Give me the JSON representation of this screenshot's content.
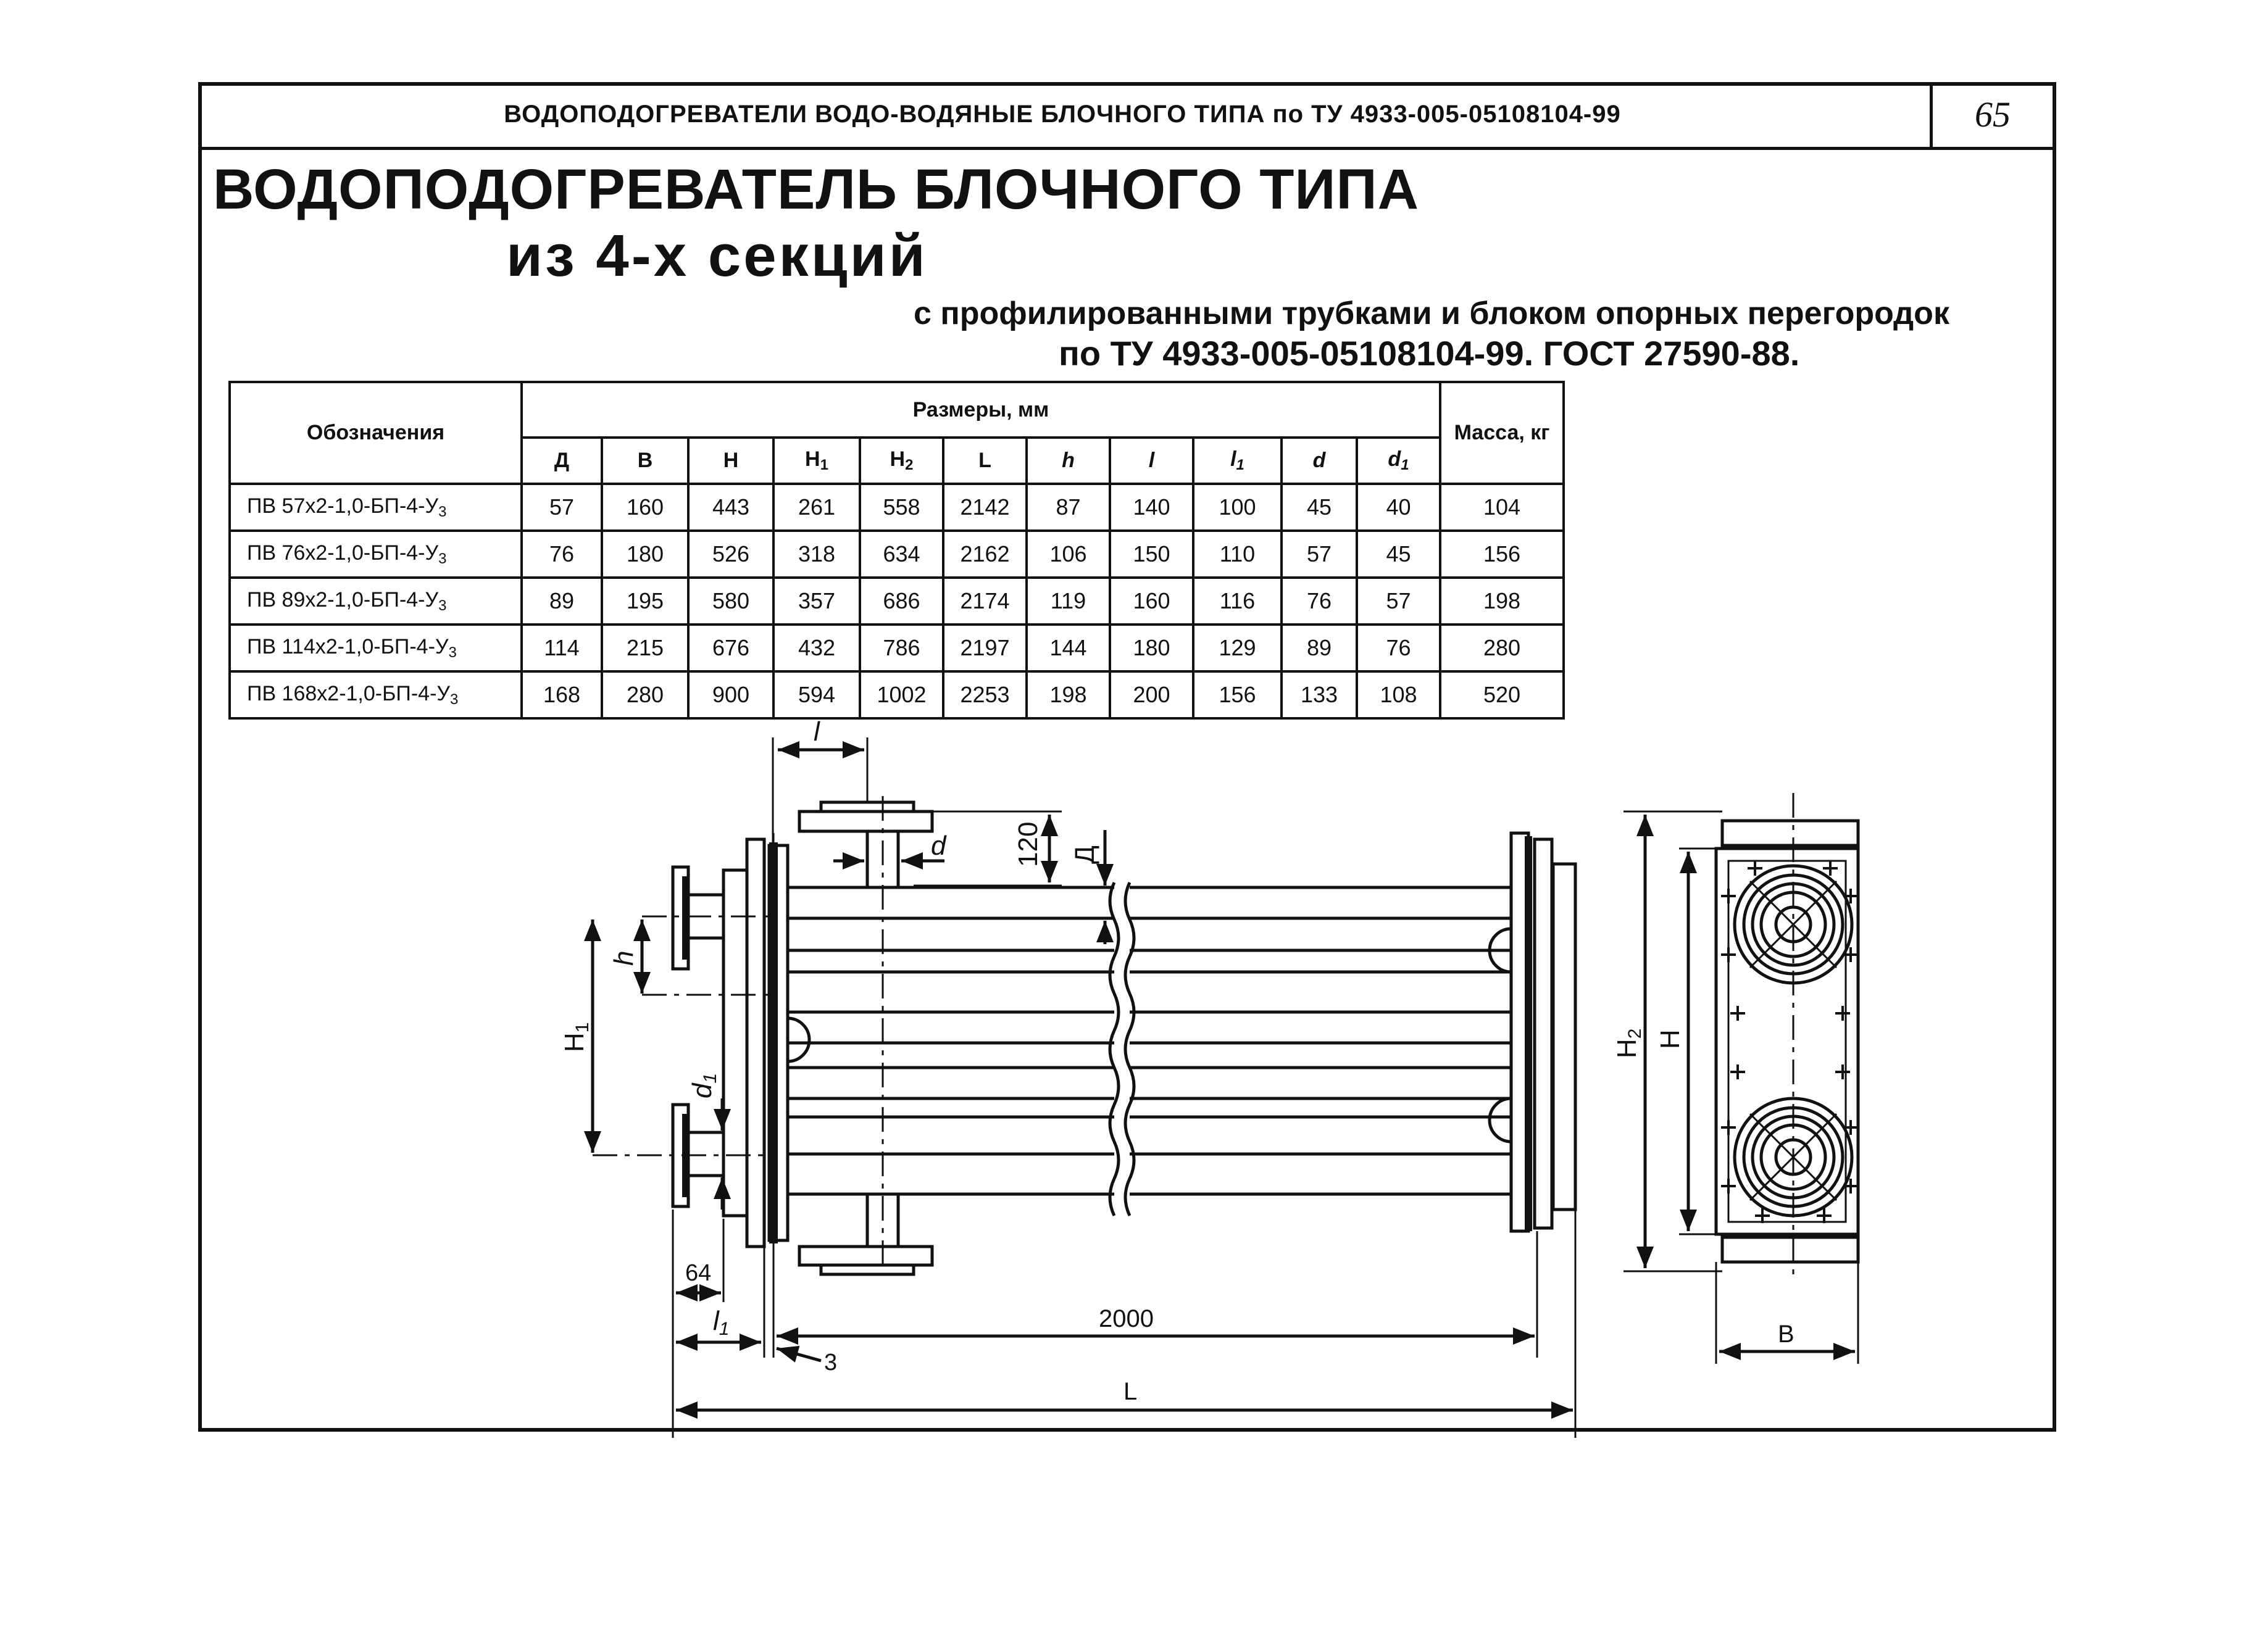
{
  "header": {
    "title": "ВОДОПОДОГРЕВАТЕЛИ ВОДО-ВОДЯНЫЕ БЛОЧНОГО ТИПА по ТУ 4933-005-05108104-99",
    "page_number": "65"
  },
  "heading": {
    "line1": "ВОДОПОДОГРЕВАТЕЛЬ БЛОЧНОГО ТИПА",
    "line2": "из 4-х секций",
    "line3": "с профилированными трубками и блоком опорных перегородок",
    "line4": "по ТУ 4933-005-05108104-99. ГОСТ 27590-88."
  },
  "table": {
    "col_name": "Обозначения",
    "group": "Размеры, мм",
    "mass": "Масса, кг",
    "columns": [
      {
        "main": "Д",
        "sub": ""
      },
      {
        "main": "В",
        "sub": ""
      },
      {
        "main": "Н",
        "sub": ""
      },
      {
        "main": "Н",
        "sub": "1"
      },
      {
        "main": "Н",
        "sub": "2"
      },
      {
        "main": "L",
        "sub": ""
      },
      {
        "main": "h",
        "sub": ""
      },
      {
        "main": "l",
        "sub": ""
      },
      {
        "main": "l",
        "sub": "1"
      },
      {
        "main": "d",
        "sub": ""
      },
      {
        "main": "d",
        "sub": "1"
      }
    ],
    "rows": [
      {
        "name": "ПВ 57х2-1,0-БП-4-У",
        "name_sub": "3",
        "values": [
          "57",
          "160",
          "443",
          "261",
          "558",
          "2142",
          "87",
          "140",
          "100",
          "45",
          "40"
        ],
        "mass": "104"
      },
      {
        "name": "ПВ 76х2-1,0-БП-4-У",
        "name_sub": "3",
        "values": [
          "76",
          "180",
          "526",
          "318",
          "634",
          "2162",
          "106",
          "150",
          "110",
          "57",
          "45"
        ],
        "mass": "156"
      },
      {
        "name": "ПВ 89х2-1,0-БП-4-У",
        "name_sub": "3",
        "values": [
          "89",
          "195",
          "580",
          "357",
          "686",
          "2174",
          "119",
          "160",
          "116",
          "76",
          "57"
        ],
        "mass": "198"
      },
      {
        "name": "ПВ 114х2-1,0-БП-4-У",
        "name_sub": "3",
        "values": [
          "114",
          "215",
          "676",
          "432",
          "786",
          "2197",
          "144",
          "180",
          "129",
          "89",
          "76"
        ],
        "mass": "280"
      },
      {
        "name": "ПВ 168х2-1,0-БП-4-У",
        "name_sub": "3",
        "values": [
          "168",
          "280",
          "900",
          "594",
          "1002",
          "2253",
          "198",
          "200",
          "156",
          "133",
          "108"
        ],
        "mass": "520"
      }
    ]
  },
  "drawing": {
    "dims": {
      "l": "l",
      "d": "d",
      "dim_120": "120",
      "D": "Д",
      "h": "h",
      "H1": "Н",
      "H1_sub": "1",
      "d1": "d",
      "d1_sub": "1",
      "dim_64": "64",
      "l1": "l",
      "l1_sub": "1",
      "dim_3": "3",
      "dim_2000": "2000",
      "L": "L",
      "H2": "Н",
      "H2_sub": "2",
      "H": "Н",
      "B": "В"
    }
  }
}
